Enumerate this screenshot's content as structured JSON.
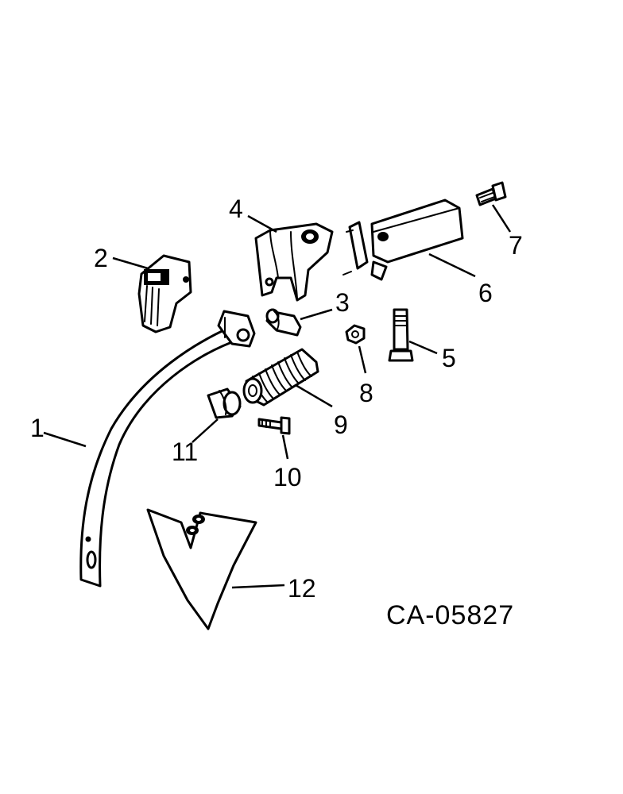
{
  "figure": {
    "reference_code": "CA-05827",
    "callouts": [
      {
        "number": "1",
        "part": "shank"
      },
      {
        "number": "2",
        "part": "shank-clamp"
      },
      {
        "number": "3",
        "part": "bushing"
      },
      {
        "number": "4",
        "part": "bracket"
      },
      {
        "number": "5",
        "part": "pivot-bolt"
      },
      {
        "number": "6",
        "part": "mounting-clamp"
      },
      {
        "number": "7",
        "part": "cap-screw"
      },
      {
        "number": "8",
        "part": "nut"
      },
      {
        "number": "9",
        "part": "spring"
      },
      {
        "number": "10",
        "part": "bolt"
      },
      {
        "number": "11",
        "part": "spring-cap"
      },
      {
        "number": "12",
        "part": "sweep"
      }
    ]
  }
}
